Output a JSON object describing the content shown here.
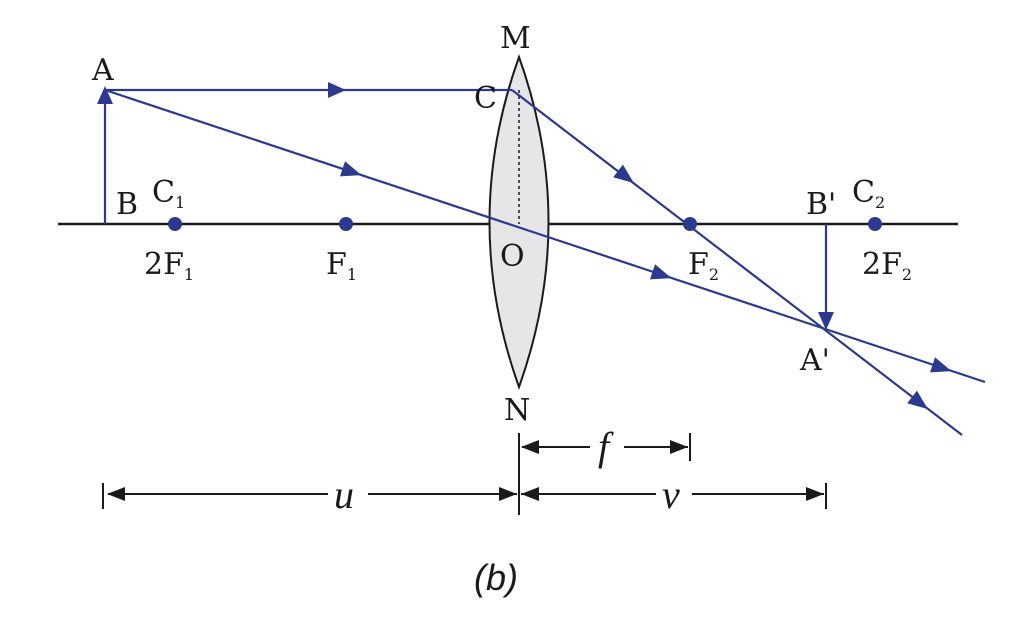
{
  "labels": {
    "A": "A",
    "B": "B",
    "C": "C",
    "M": "M",
    "N": "N",
    "O": "O",
    "C1": "C",
    "C1_sub": "1",
    "F1": "F",
    "F1_sub": "1",
    "twoF1": "2F",
    "twoF1_sub": "1",
    "F2": "F",
    "F2_sub": "2",
    "C2": "C",
    "C2_sub": "2",
    "twoF2": "2F",
    "twoF2_sub": "2",
    "B_prime": "B'",
    "A_prime": "A'"
  },
  "dimensions": {
    "u": "u",
    "v": "v",
    "f": "f"
  },
  "caption": "(b)",
  "colors": {
    "ray": "#2b3a8f",
    "lens_fill": "#e6e6e8",
    "axis": "#1a1a1a"
  }
}
